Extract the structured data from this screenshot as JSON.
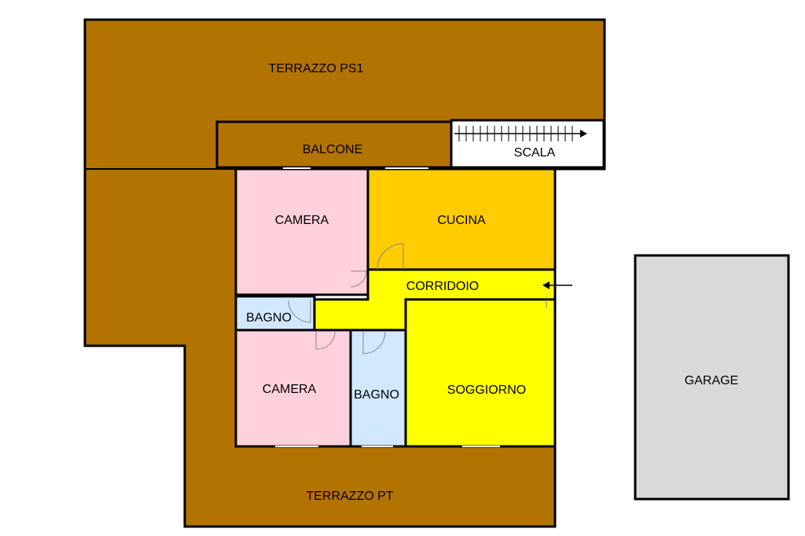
{
  "colors": {
    "terrace": "#b37300",
    "bedroom": "#ffd1dc",
    "kitchen": "#ffcc00",
    "corridor": "#ffff00",
    "living": "#ffff00",
    "bathroom": "#d1e8ff",
    "garage": "#d9d9d9",
    "stairs": "#ffffff",
    "walls": "#000000"
  },
  "rooms": {
    "terrazzo_ps1": "TERRAZZO PS1",
    "balcone": "BALCONE",
    "scala": "SCALA",
    "camera_top": "CAMERA",
    "cucina": "CUCINA",
    "corridoio": "CORRIDOIO",
    "bagno_small": "BAGNO",
    "camera_bottom": "CAMERA",
    "bagno": "BAGNO",
    "soggiorno": "SOGGIORNO",
    "terrazzo_pt": "TERRAZZO PT",
    "garage": "GARAGE"
  },
  "icons": {
    "entrance": "entrance-arrow-icon",
    "stair_direction": "stair-arrow-icon"
  }
}
